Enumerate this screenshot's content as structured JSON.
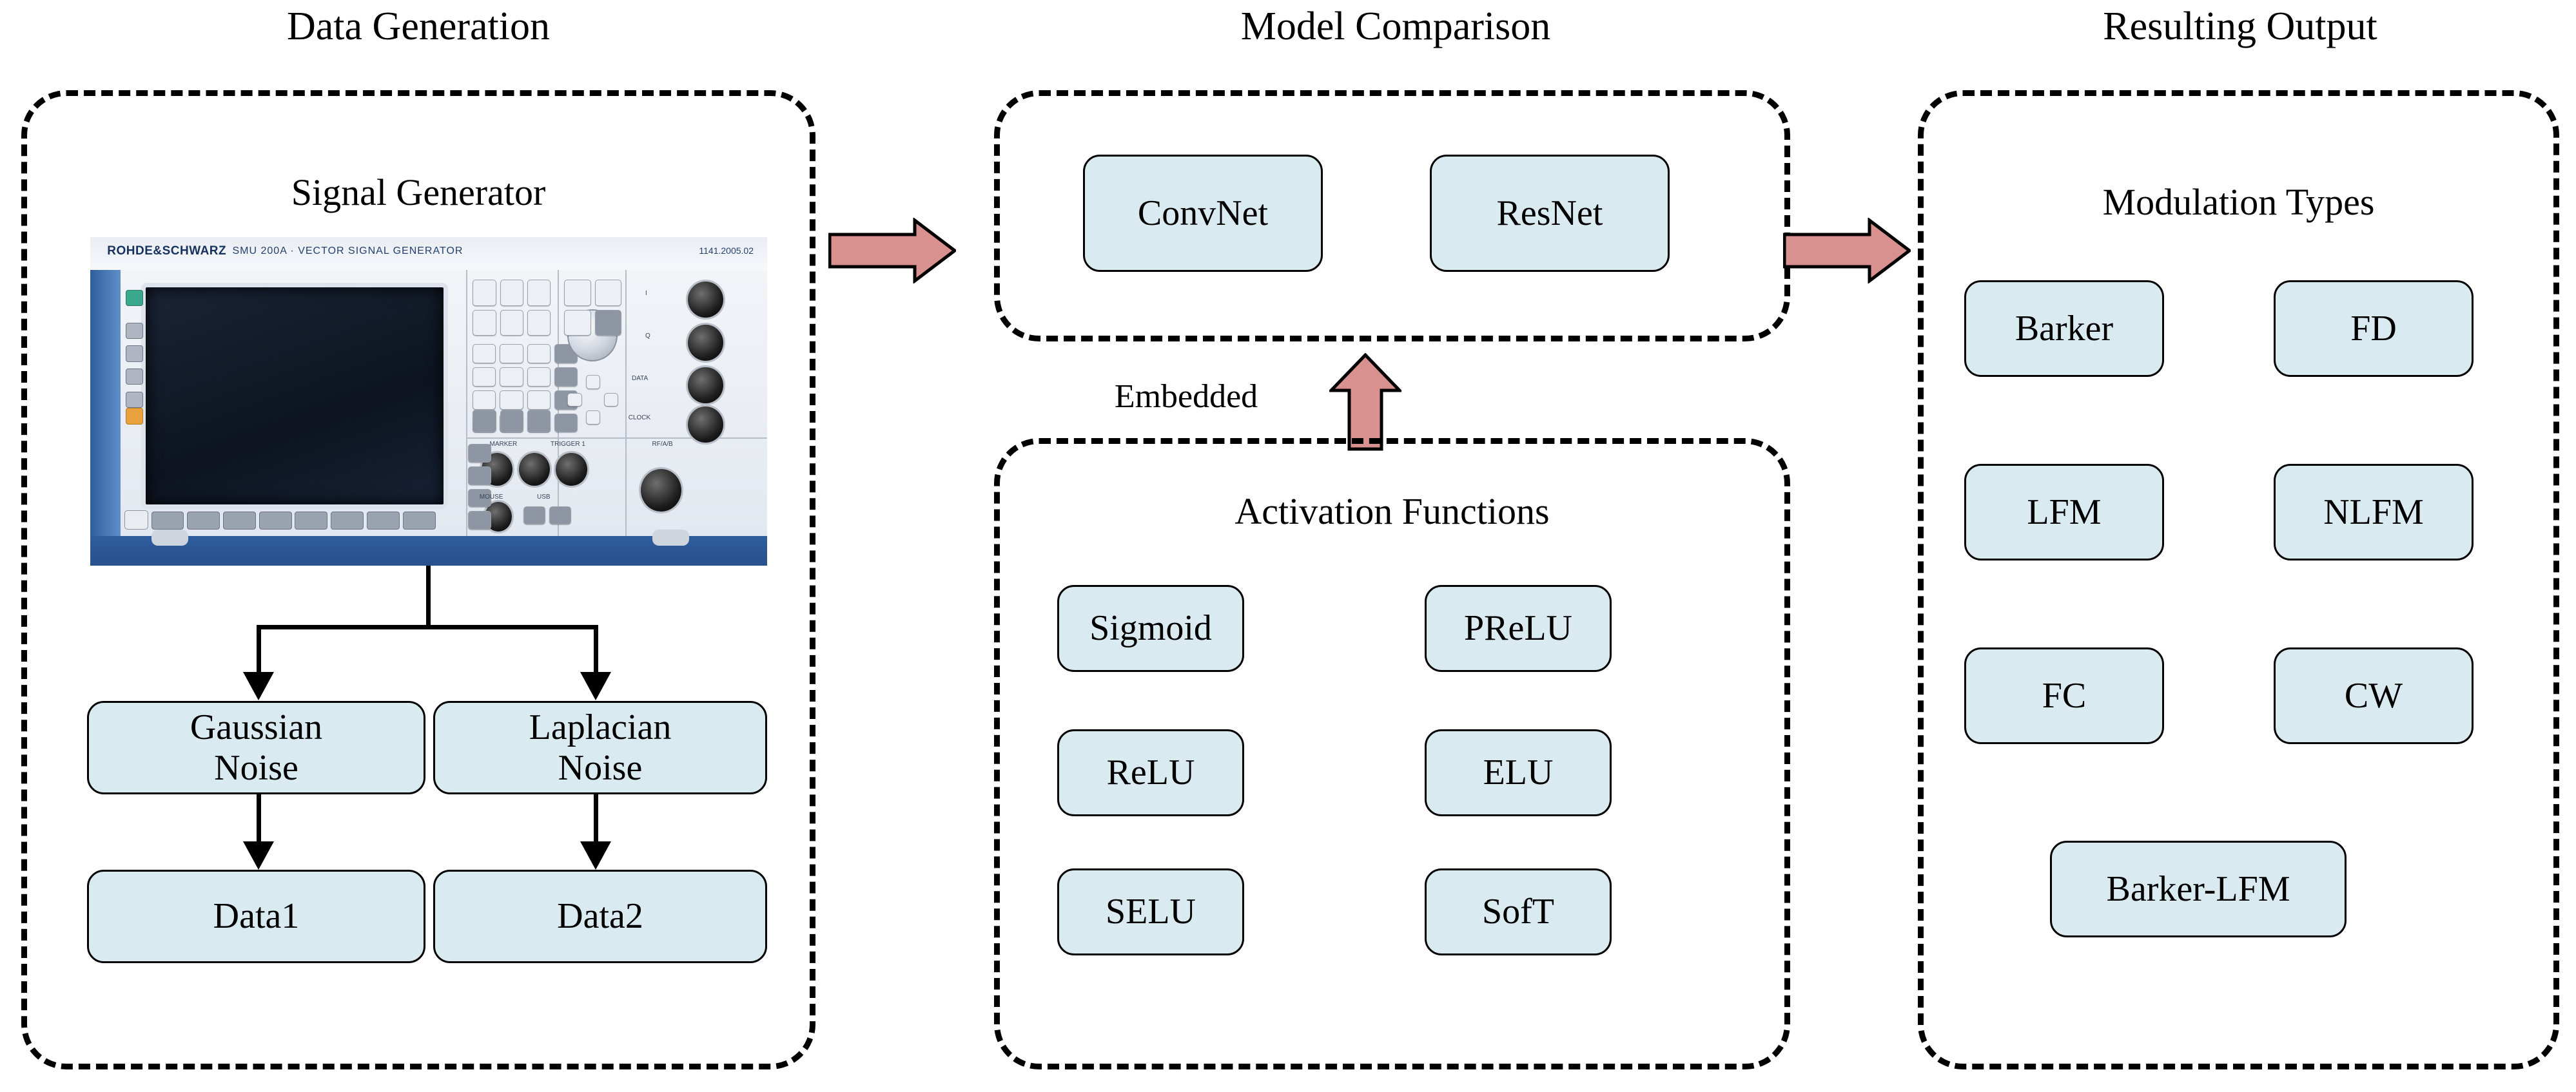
{
  "panels": [
    {
      "id": "data-generation",
      "title": "Data Generation"
    },
    {
      "id": "model-comparison",
      "title": "Model Comparison"
    },
    {
      "id": "resulting-output",
      "title": "Resulting Output"
    }
  ],
  "data_generation": {
    "title": "Data Generation",
    "section_heading": "Signal Generator",
    "device": {
      "brand": "ROHDE&SCHWARZ",
      "model": "SMU 200A   ·   VECTOR SIGNAL GENERATOR",
      "part_number": "1141.2005.02",
      "connector_labels": [
        "I",
        "Q",
        "DATA",
        "CLOCK"
      ],
      "port_labels": [
        "MARKER",
        "TRIGGER 1",
        "RF/A/B"
      ],
      "bottom_labels": [
        "MOUSE",
        "USB"
      ]
    },
    "nodes": {
      "gaussian_noise": "Gaussian\nNoise",
      "gaussian_noise_line1": "Gaussian",
      "gaussian_noise_line2": "Noise",
      "laplacian_noise_line1": "Laplacian",
      "laplacian_noise_line2": "Noise",
      "data1": "Data1",
      "data2": "Data2"
    }
  },
  "model_comparison": {
    "title": "Model Comparison",
    "models": [
      {
        "id": "convnet",
        "label": "ConvNet"
      },
      {
        "id": "resnet",
        "label": "ResNet"
      }
    ]
  },
  "activation_functions": {
    "heading": "Activation Functions",
    "items": [
      {
        "id": "sigmoid",
        "label": "Sigmoid"
      },
      {
        "id": "prelu",
        "label": "PReLU"
      },
      {
        "id": "relu",
        "label": "ReLU"
      },
      {
        "id": "elu",
        "label": "ELU"
      },
      {
        "id": "selu",
        "label": "SELU"
      },
      {
        "id": "soft",
        "label": "SofT"
      }
    ]
  },
  "resulting_output": {
    "title": "Resulting Output",
    "heading": "Modulation Types",
    "items": [
      {
        "id": "barker",
        "label": "Barker"
      },
      {
        "id": "fd",
        "label": "FD"
      },
      {
        "id": "lfm",
        "label": "LFM"
      },
      {
        "id": "nlfm",
        "label": "NLFM"
      },
      {
        "id": "fc",
        "label": "FC"
      },
      {
        "id": "cw",
        "label": "CW"
      },
      {
        "id": "barker-lfm",
        "label": "Barker-LFM"
      }
    ]
  },
  "connectors": {
    "embedded_label": "Embedded",
    "flow_arrow_1": "arrow-right",
    "flow_arrow_2": "arrow-right",
    "embed_arrow": "arrow-up"
  },
  "colors": {
    "box_fill": "#daeaf1",
    "box_border": "#000000",
    "arrow_fill": "#d8918e",
    "panel_border": "#000000",
    "background": "#ffffff"
  }
}
